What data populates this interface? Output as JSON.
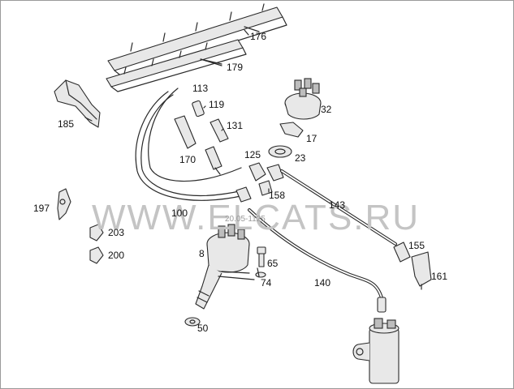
{
  "diagram": {
    "watermark": "WWW.ELCATS.RU",
    "drawing_code": "20.05-1125",
    "parts": [
      {
        "id": "176",
        "label": "176"
      },
      {
        "id": "179",
        "label": "179"
      },
      {
        "id": "185",
        "label": "185"
      },
      {
        "id": "113",
        "label": "113"
      },
      {
        "id": "119",
        "label": "119"
      },
      {
        "id": "131",
        "label": "131"
      },
      {
        "id": "32",
        "label": "32"
      },
      {
        "id": "17",
        "label": "17"
      },
      {
        "id": "125",
        "label": "125"
      },
      {
        "id": "23",
        "label": "23"
      },
      {
        "id": "170",
        "label": "170"
      },
      {
        "id": "158",
        "label": "158"
      },
      {
        "id": "143",
        "label": "143"
      },
      {
        "id": "197",
        "label": "197"
      },
      {
        "id": "100",
        "label": "100"
      },
      {
        "id": "203",
        "label": "203"
      },
      {
        "id": "200",
        "label": "200"
      },
      {
        "id": "8",
        "label": "8"
      },
      {
        "id": "65",
        "label": "65"
      },
      {
        "id": "74",
        "label": "74"
      },
      {
        "id": "155",
        "label": "155"
      },
      {
        "id": "161",
        "label": "161"
      },
      {
        "id": "140",
        "label": "140"
      },
      {
        "id": "50",
        "label": "50"
      }
    ]
  }
}
